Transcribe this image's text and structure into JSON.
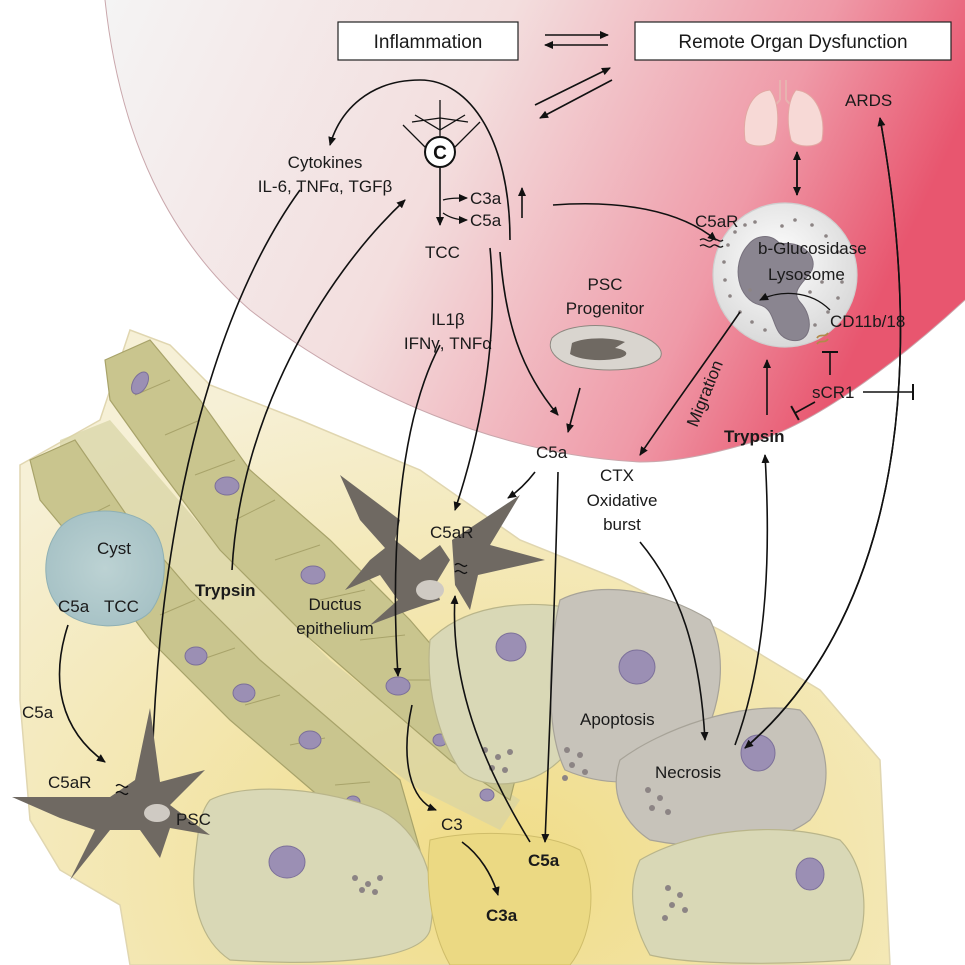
{
  "boxes": {
    "inflammation": "Inflammation",
    "remote": "Remote Organ Dysfunction"
  },
  "complement": {
    "symbol": "C",
    "tcc": "TCC",
    "c3a": "C3a",
    "c5a": "C5a"
  },
  "cytokines": {
    "title": "Cytokines",
    "list": "IL-6, TNFα, TGFβ"
  },
  "neutrophil": {
    "receptor": "C5aR",
    "enzyme": "b-Glucosidase",
    "organelle": "Lysosome",
    "integrin": "CD11b/18"
  },
  "lung": {
    "ards": "ARDS"
  },
  "psc_progenitor": {
    "line1": "PSC",
    "line2": "Progenitor"
  },
  "il": {
    "line1": "IL1β",
    "line2": "IFNγ, TNFα"
  },
  "labels": {
    "migration": "Migration",
    "scr1": "sCR1",
    "trypsin_right": "Trypsin",
    "c5a_mid": "C5a",
    "c5ar_mid": "C5aR",
    "ctx": "CTX",
    "oxidative1": "Oxidative",
    "oxidative2": "burst",
    "cyst": "Cyst",
    "cyst_c5a": "C5a",
    "cyst_tcc": "TCC",
    "trypsin_left": "Trypsin",
    "ductus1": "Ductus",
    "ductus2": "epithelium",
    "c5a_left": "C5a",
    "c5ar_left": "C5aR",
    "psc": "PSC",
    "apoptosis": "Apoptosis",
    "necrosis": "Necrosis",
    "c3": "C3",
    "c5a_bottom": "C5a",
    "c3a_bottom": "C3a"
  },
  "colors": {
    "vessel_red": "#e8566f",
    "tissue_yellow": "#ede4b4",
    "duct_olive": "#c9c58e",
    "acinar_grey": "#c7c3ba",
    "stellate": "#6f6962",
    "nucleus": "#9b8fb4"
  }
}
